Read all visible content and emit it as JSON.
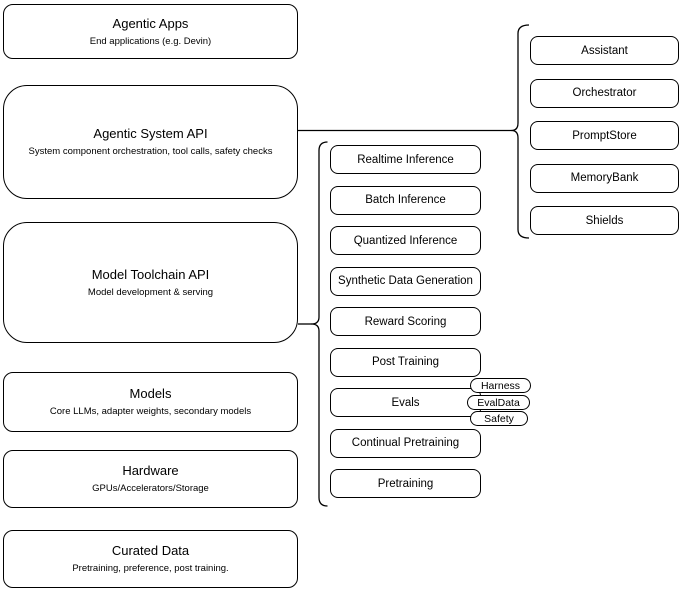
{
  "stack": [
    {
      "title": "Agentic Apps",
      "subtitle": "End applications (e.g. Devin)"
    },
    {
      "title": "Agentic System API",
      "subtitle": "System component orchestration, tool calls, safety checks"
    },
    {
      "title": "Model Toolchain API",
      "subtitle": "Model development & serving"
    },
    {
      "title": "Models",
      "subtitle": "Core LLMs, adapter weights, secondary models"
    },
    {
      "title": "Hardware",
      "subtitle": "GPUs/Accelerators/Storage"
    },
    {
      "title": "Curated Data",
      "subtitle": "Pretraining, preference, post training."
    }
  ],
  "toolchain": {
    "items": [
      "Realtime Inference",
      "Batch Inference",
      "Quantized Inference",
      "Synthetic Data Generation",
      "Reward Scoring",
      "Post Training",
      "Evals",
      "Continual Pretraining",
      "Pretraining"
    ]
  },
  "eval_tags": [
    "Harness",
    "EvalData",
    "Safety"
  ],
  "components": [
    "Assistant",
    "Orchestrator",
    "PromptStore",
    "MemoryBank",
    "Shields"
  ],
  "colors": {
    "border": "#000000",
    "fill": "#ffffff",
    "text": "#000000",
    "background": "#ffffff"
  }
}
